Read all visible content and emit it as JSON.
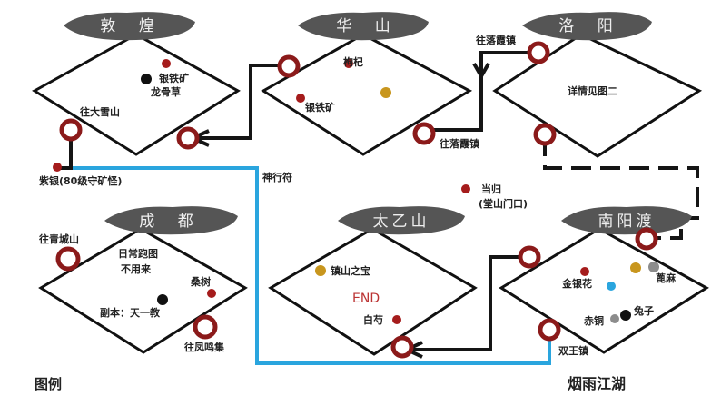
{
  "colors": {
    "red": "#a51c1c",
    "gold": "#c8961e",
    "black": "#111111",
    "blue": "#2aa5de",
    "gray": "#8c8c8c",
    "banner": "#555555"
  },
  "regions": {
    "dunhuang": {
      "title": "敦 煌",
      "labels": [
        "银铁矿",
        "龙骨草",
        "往大雪山",
        "紫银(80级守矿怪)"
      ]
    },
    "huashan": {
      "title": "华 山",
      "labels": [
        "枸杞",
        "银铁矿",
        "往落霞镇"
      ]
    },
    "luoyang": {
      "title": "洛 阳",
      "labels": [
        "往落霞镇",
        "详情见图二"
      ]
    },
    "chengdu": {
      "title": "成 都",
      "labels": [
        "往青城山",
        "日常跑图",
        "不用来",
        "桑树",
        "副本：天一教",
        "往凤鸣集"
      ]
    },
    "taiyi": {
      "title": "太乙山",
      "labels": [
        "镇山之宝",
        "END",
        "白芍"
      ]
    },
    "nanyang": {
      "title": "南阳渡",
      "labels": [
        "金银花",
        "蓖麻",
        "兔子",
        "赤铜",
        "双王镇"
      ]
    }
  },
  "misc": {
    "shenxing": "神行符",
    "danggui": "当归",
    "danggui_sub": "(堂山门口)"
  },
  "footer": {
    "legend": "图例",
    "brand": "烟雨江湖"
  }
}
